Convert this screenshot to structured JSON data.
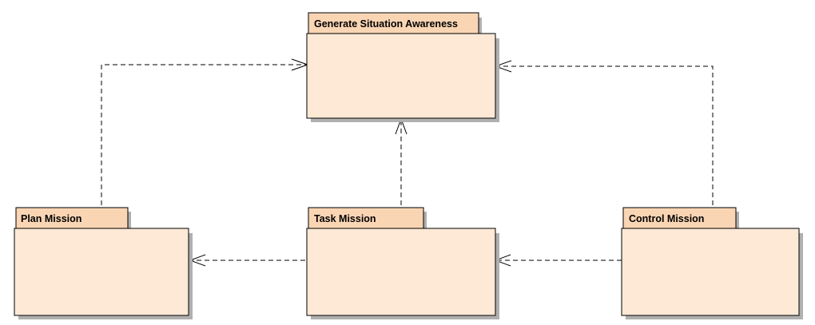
{
  "diagram": {
    "colors": {
      "package_fill": "#fde9d6",
      "package_tab_fill": "#f9d5b4",
      "package_stroke": "#000000",
      "shadow": "#b0b0b0",
      "connector": "#000000"
    },
    "packages": {
      "situation_awareness": {
        "name": "Generate Situation Awareness"
      },
      "plan_mission": {
        "name": "Plan Mission"
      },
      "task_mission": {
        "name": "Task Mission"
      },
      "control_mission": {
        "name": "Control Mission"
      }
    },
    "dependencies": [
      {
        "from": "Plan Mission",
        "to": "Generate Situation Awareness",
        "style": "dashed-open-arrow"
      },
      {
        "from": "Task Mission",
        "to": "Generate Situation Awareness",
        "style": "dashed-open-arrow"
      },
      {
        "from": "Control Mission",
        "to": "Generate Situation Awareness",
        "style": "dashed-open-arrow"
      },
      {
        "from": "Task Mission",
        "to": "Plan Mission",
        "style": "dashed-open-arrow"
      },
      {
        "from": "Control Mission",
        "to": "Task Mission",
        "style": "dashed-open-arrow"
      }
    ]
  }
}
